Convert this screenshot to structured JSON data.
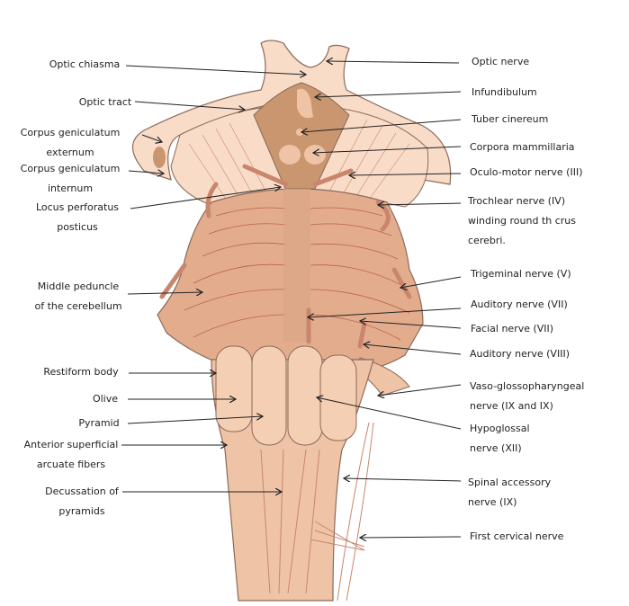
{
  "title": "Brainstem anterior view",
  "colors": {
    "light": "#f9dcc8",
    "mid": "#efc3a6",
    "pons": "#e3ad8d",
    "dark": "#c9966f",
    "outline": "#8a6a5a",
    "fiber": "#b8614f",
    "line": "#222222"
  },
  "left_labels": [
    {
      "lines": [
        "Optic chiasma"
      ]
    },
    {
      "lines": [
        "Optic tract"
      ]
    },
    {
      "lines": [
        "Corpus geniculatum",
        "externum"
      ]
    },
    {
      "lines": [
        "Corpus geniculatum",
        "internum"
      ]
    },
    {
      "lines": [
        "Locus perforatus",
        "posticus"
      ]
    },
    {
      "lines": [
        "Middle peduncle",
        "of the cerebellum"
      ]
    },
    {
      "lines": [
        "Restiform body"
      ]
    },
    {
      "lines": [
        "Olive"
      ]
    },
    {
      "lines": [
        "Pyramid"
      ]
    },
    {
      "lines": [
        "Anterior superficial",
        "arcuate fibers"
      ]
    },
    {
      "lines": [
        "Decussation of",
        "pyramids"
      ]
    }
  ],
  "right_labels": [
    {
      "lines": [
        "Optic nerve"
      ]
    },
    {
      "lines": [
        "Infundibulum"
      ]
    },
    {
      "lines": [
        "Tuber cinereum"
      ]
    },
    {
      "lines": [
        "Corpora mammillaria"
      ]
    },
    {
      "lines": [
        "Oculo-motor nerve (III)"
      ]
    },
    {
      "lines": [
        "Trochlear nerve (IV)",
        "winding round th crus",
        "cerebri."
      ]
    },
    {
      "lines": [
        "Trigeminal nerve (V)"
      ]
    },
    {
      "lines": [
        "Auditory nerve (VII)"
      ]
    },
    {
      "lines": [
        "Facial nerve (VII)"
      ]
    },
    {
      "lines": [
        "Auditory nerve (VIII)"
      ]
    },
    {
      "lines": [
        "Vaso-glossopharyngeal",
        "nerve (IX and IX)"
      ]
    },
    {
      "lines": [
        "Hypoglossal",
        "nerve (XII)"
      ]
    },
    {
      "lines": [
        "Spinal accessory",
        "nerve (IX)"
      ]
    },
    {
      "lines": [
        "First cervical nerve"
      ]
    }
  ]
}
